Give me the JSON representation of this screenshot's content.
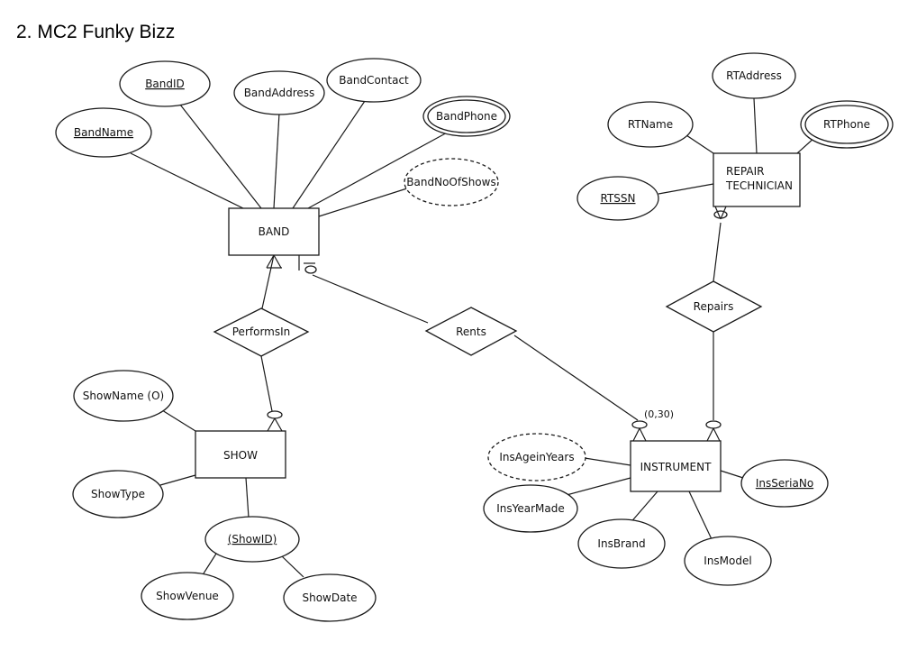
{
  "title": "2.   MC2 Funky Bizz",
  "entities": {
    "band": "BAND",
    "repair_technician_line1": "REPAIR",
    "repair_technician_line2": "TECHNICIAN",
    "show": "SHOW",
    "instrument": "INSTRUMENT"
  },
  "relationships": {
    "performs_in": "PerformsIn",
    "rents": "Rents",
    "repairs": "Repairs"
  },
  "attributes": {
    "band_id": "BandID",
    "band_address": "BandAddress",
    "band_contact": "BandContact",
    "band_phone": "BandPhone",
    "band_name": "BandName",
    "band_no_of_shows": "BandNoOfShows",
    "rt_address": "RTAddress",
    "rt_name": "RTName",
    "rt_phone": "RTPhone",
    "rt_ssn": "RTSSN",
    "show_name": "ShowName (O)",
    "show_type": "ShowType",
    "show_id": "(ShowID)",
    "show_venue": "ShowVenue",
    "show_date": "ShowDate",
    "ins_age_in_years": "InsAgeinYears",
    "ins_year_made": "InsYearMade",
    "ins_brand": "InsBrand",
    "ins_model": "InsModel",
    "ins_serial_no": "InsSeriaNo"
  },
  "cardinality": {
    "rents_instrument": "(0,30)"
  }
}
